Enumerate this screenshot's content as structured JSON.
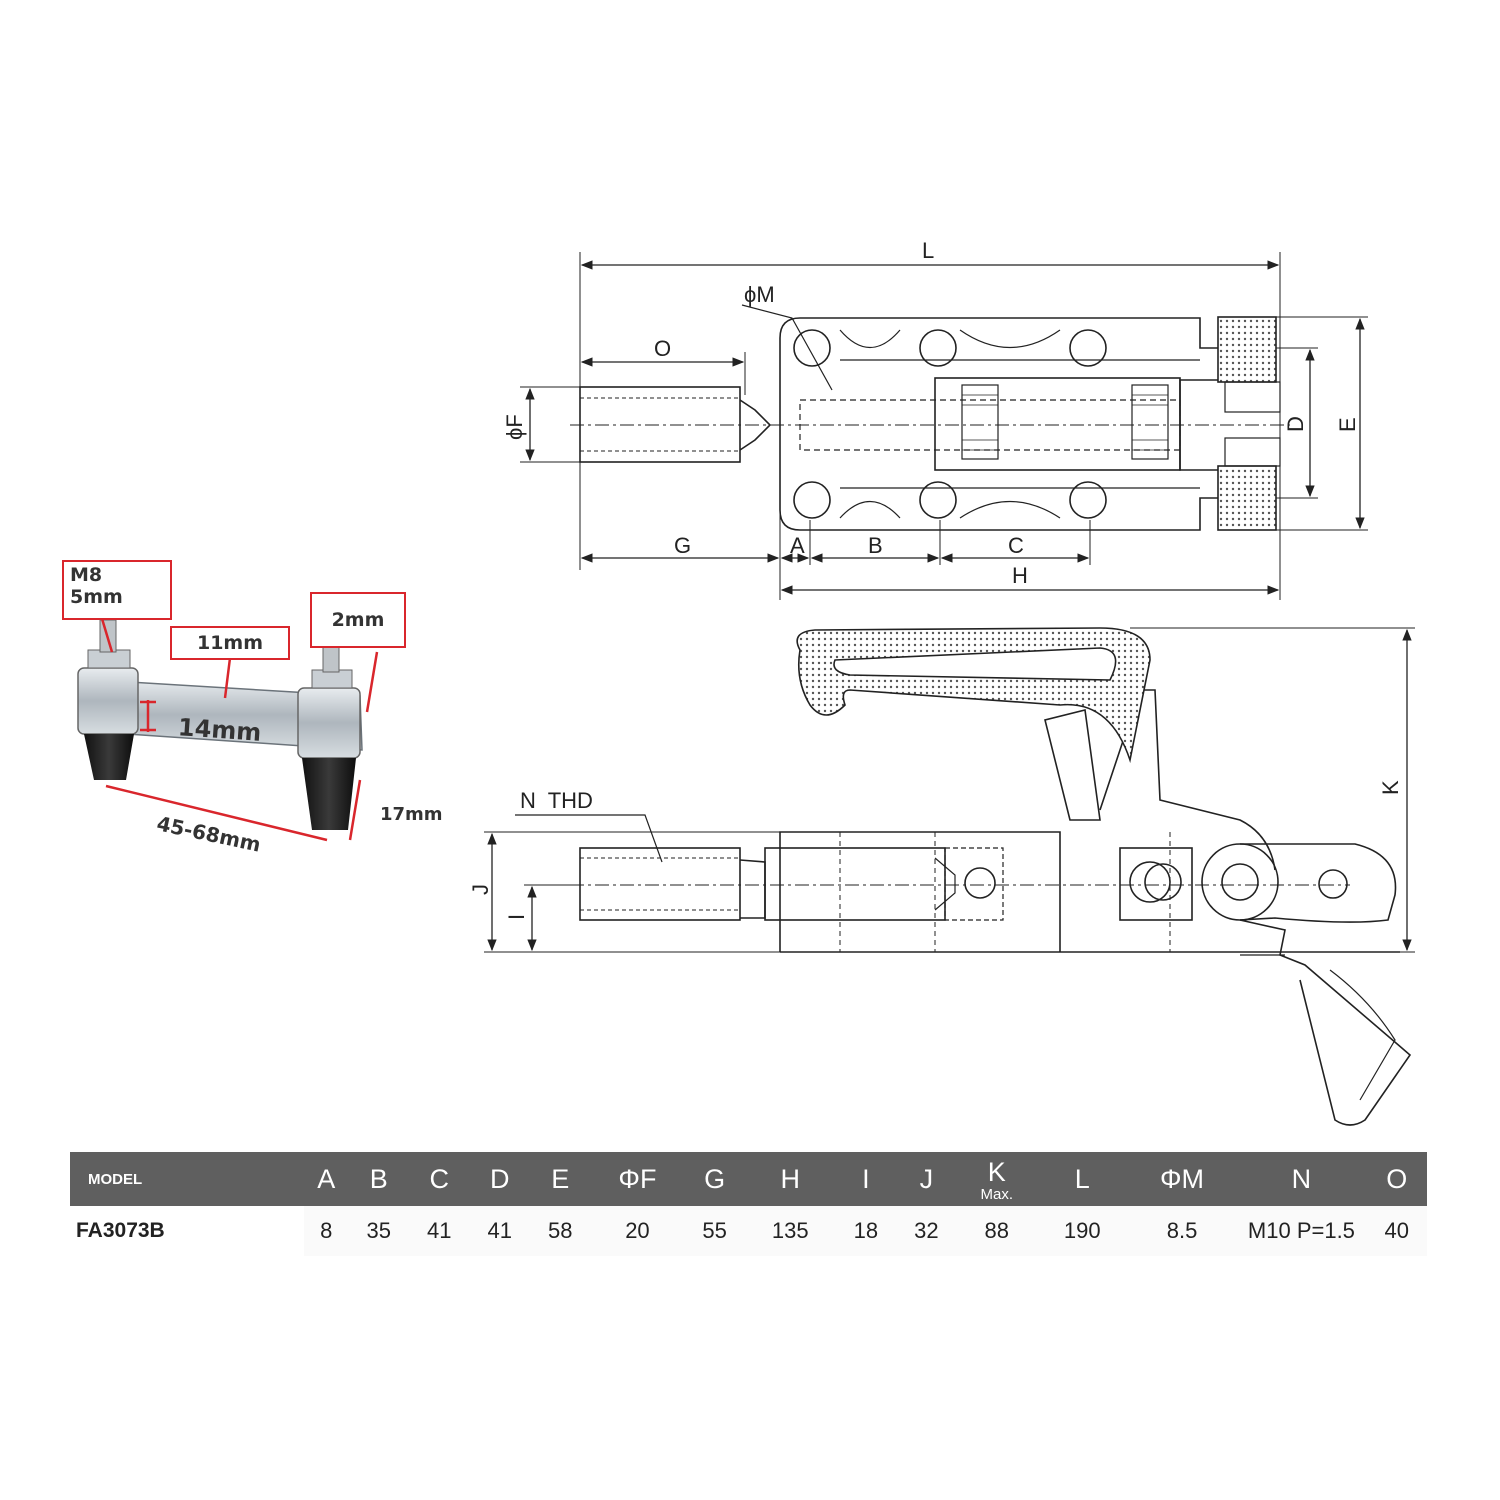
{
  "drawing": {
    "top_labels": {
      "L": "L",
      "phiM": "ϕM",
      "O": "O",
      "phiF": "ϕF",
      "D": "D",
      "E": "E",
      "G": "G",
      "A": "A",
      "B": "B",
      "C": "C",
      "H": "H"
    },
    "side_labels": {
      "N_THD": "N  THD",
      "J": "J",
      "I": "I",
      "K": "K"
    }
  },
  "photo": {
    "callouts": {
      "m8": "M8",
      "m8_sub": "5mm",
      "c11": "11mm",
      "c2": "2mm"
    },
    "labels": {
      "w14": "14mm",
      "span": "45-68mm",
      "h17": "17mm"
    }
  },
  "table": {
    "headers": [
      {
        "label": "MODEL"
      },
      {
        "label": "A"
      },
      {
        "label": "B"
      },
      {
        "label": "C"
      },
      {
        "label": "D"
      },
      {
        "label": "E"
      },
      {
        "label": "ΦF"
      },
      {
        "label": "G"
      },
      {
        "label": "H"
      },
      {
        "label": "I"
      },
      {
        "label": "J"
      },
      {
        "label": "K",
        "sub": "Max."
      },
      {
        "label": "L"
      },
      {
        "label": "ΦM"
      },
      {
        "label": "N"
      },
      {
        "label": "O"
      }
    ],
    "rows": [
      [
        "FA3073B",
        "8",
        "35",
        "41",
        "41",
        "58",
        "20",
        "55",
        "135",
        "18",
        "32",
        "88",
        "190",
        "8.5",
        "M10 P=1.5",
        "40"
      ]
    ]
  }
}
